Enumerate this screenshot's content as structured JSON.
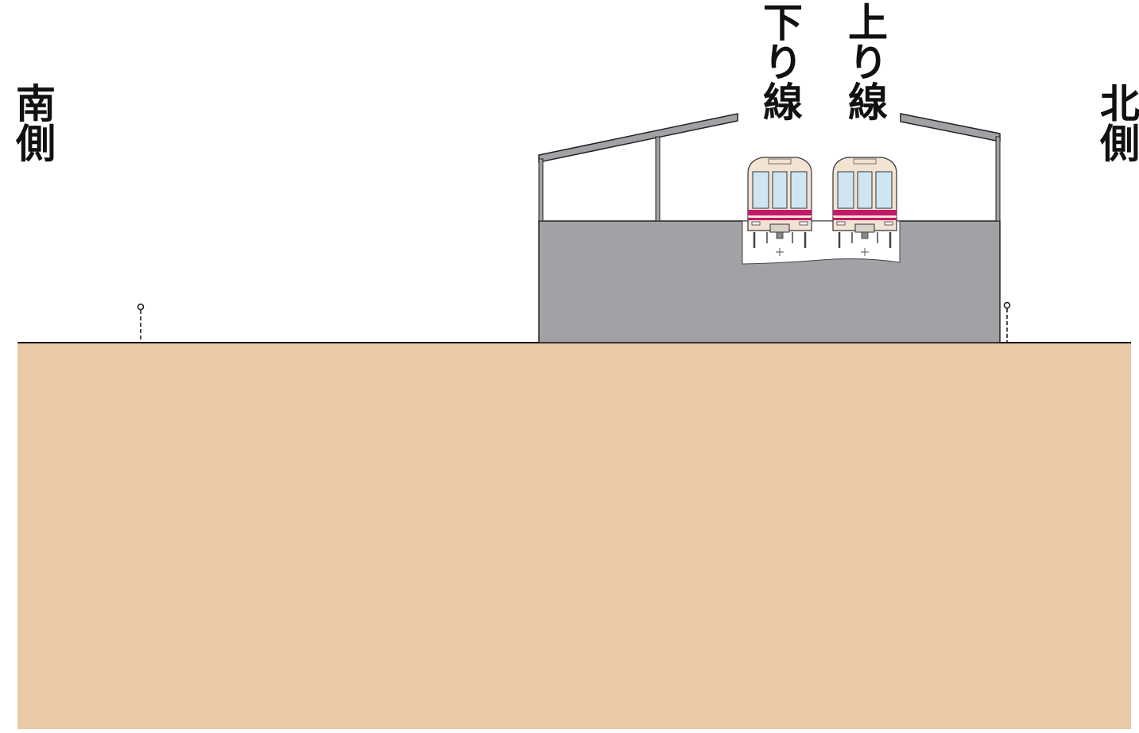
{
  "labels": {
    "south": "南側",
    "north": "北側",
    "down_line": "下り線",
    "up_line": "上り線"
  },
  "colors": {
    "ground": "#e9c9a6",
    "ground_line": "#111111",
    "cut_section": "#a2a1a6",
    "train_body": "#f3e3d2",
    "train_stripe": "#c4166d",
    "train_window": "#cfe6f2"
  }
}
